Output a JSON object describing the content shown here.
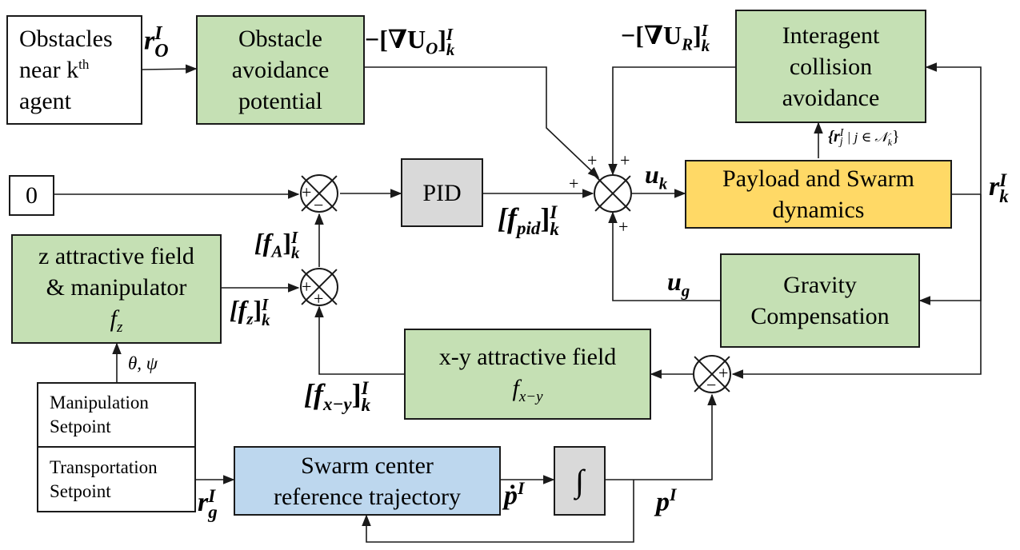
{
  "blocks": {
    "obstacles": [
      "Obstacles",
      "near k",
      "th",
      "agent"
    ],
    "obstacle_avoidance": [
      "Obstacle",
      "avoidance",
      "potential"
    ],
    "interagent": [
      "Interagent",
      "collision",
      "avoidance"
    ],
    "zero": "0",
    "pid": "PID",
    "payload": [
      "Payload and Swarm",
      "dynamics"
    ],
    "z_field": [
      "z attractive field",
      "& manipulator"
    ],
    "z_field_func": "f",
    "z_field_sub": "z",
    "gravity": [
      "Gravity",
      "Compensation"
    ],
    "xy_field": "x-y attractive field",
    "xy_field_func": "f",
    "xy_field_sub": "x−y",
    "manipulation": [
      "Manipulation",
      "Setpoint"
    ],
    "transportation": [
      "Transportation",
      "Setpoint"
    ],
    "swarm_center": [
      "Swarm center",
      "reference trajectory"
    ],
    "integrator": "∫"
  },
  "signals": {
    "r_O": "r",
    "r_O_sup": "I",
    "r_O_sub": "O",
    "grad_U_O": "−[∇U",
    "grad_U_O_sub": "O",
    "grad_U_O_close": "]",
    "grad_U_O_sup": "I",
    "grad_U_O_k": "k",
    "grad_U_R": "−[∇U",
    "grad_U_R_sub": "R",
    "grad_U_R_close": "]",
    "grad_U_R_sup": "I",
    "grad_U_R_k": "k",
    "neighbors": "{r",
    "neighbors_sup": "I",
    "neighbors_sub": "j",
    "neighbors_rest": " | j ∈ 𝒩",
    "neighbors_k": "k",
    "neighbors_close": "}",
    "u_k": "u",
    "u_k_sub": "k",
    "r_k": "r",
    "r_k_sup": "I",
    "r_k_sub": "k",
    "f_A": "[f",
    "f_A_sub": "A",
    "f_A_close": "]",
    "f_A_sup": "I",
    "f_A_k": "k",
    "f_pid": "[f",
    "f_pid_sub": "pid",
    "f_pid_close": "]",
    "f_pid_sup": "I",
    "f_pid_k": "k",
    "u_g": "u",
    "u_g_sub": "g",
    "f_z": "[f",
    "f_z_sub": "z",
    "f_z_close": "]",
    "f_z_sup": "I",
    "f_z_k": "k",
    "theta_psi": "θ, ψ",
    "f_xy": "[f",
    "f_xy_sub": "x−y",
    "f_xy_close": "]",
    "f_xy_sup": "I",
    "f_xy_k": "k",
    "r_g": "r",
    "r_g_sup": "I",
    "r_g_sub": "g",
    "p_dot": "ṗ",
    "p_dot_sup": "I",
    "p": "p",
    "p_sup": "I"
  },
  "signs": {
    "plus": "+",
    "minus": "−"
  }
}
